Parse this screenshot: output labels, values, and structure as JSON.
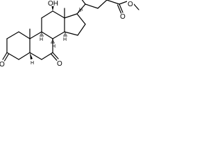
{
  "molecule": {
    "atom_labels": {
      "oh": "OH",
      "ketone3": "O",
      "ketone7": "O",
      "ester_carbonyl_o": "O",
      "ester_o": "O",
      "h5": "H",
      "h8": "H",
      "h9": "H",
      "h14": "H",
      "h17": "H"
    },
    "bond_color": "#000000",
    "background": "#ffffff"
  }
}
